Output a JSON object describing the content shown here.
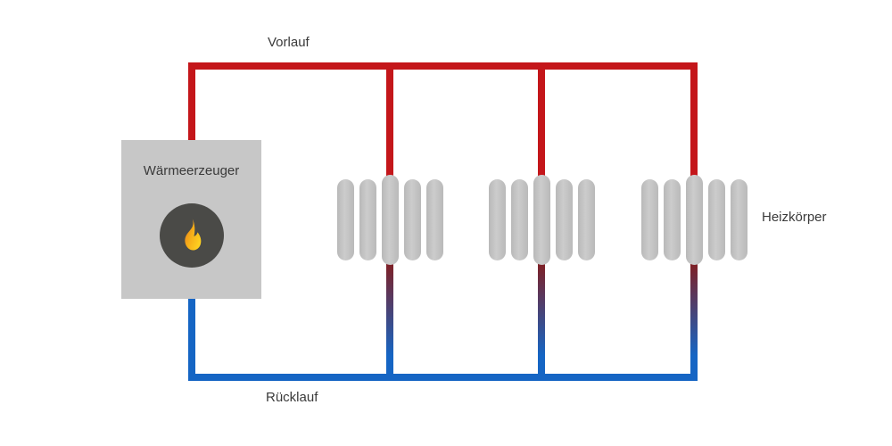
{
  "labels": {
    "supply": "Vorlauf",
    "return": "Rücklauf",
    "heat_generator": "Wärmeerzeuger",
    "radiator": "Heizkörper"
  },
  "colors": {
    "background": "#ffffff",
    "supply_pipe": "#c4161a",
    "return_pipe": "#1565c4",
    "transition_dark_red": "#7e2026",
    "radiator_bar": "#cccccc",
    "boiler_box": "#c7c7c7",
    "flame_circle": "#4a4a47",
    "flame_orange": "#ef8f1d",
    "flame_yellow": "#fdd41f",
    "label_text": "#3a3a3a"
  },
  "radiators": {
    "count": 3,
    "bars_per_radiator": 5,
    "centers_x": [
      437,
      607,
      778
    ]
  }
}
